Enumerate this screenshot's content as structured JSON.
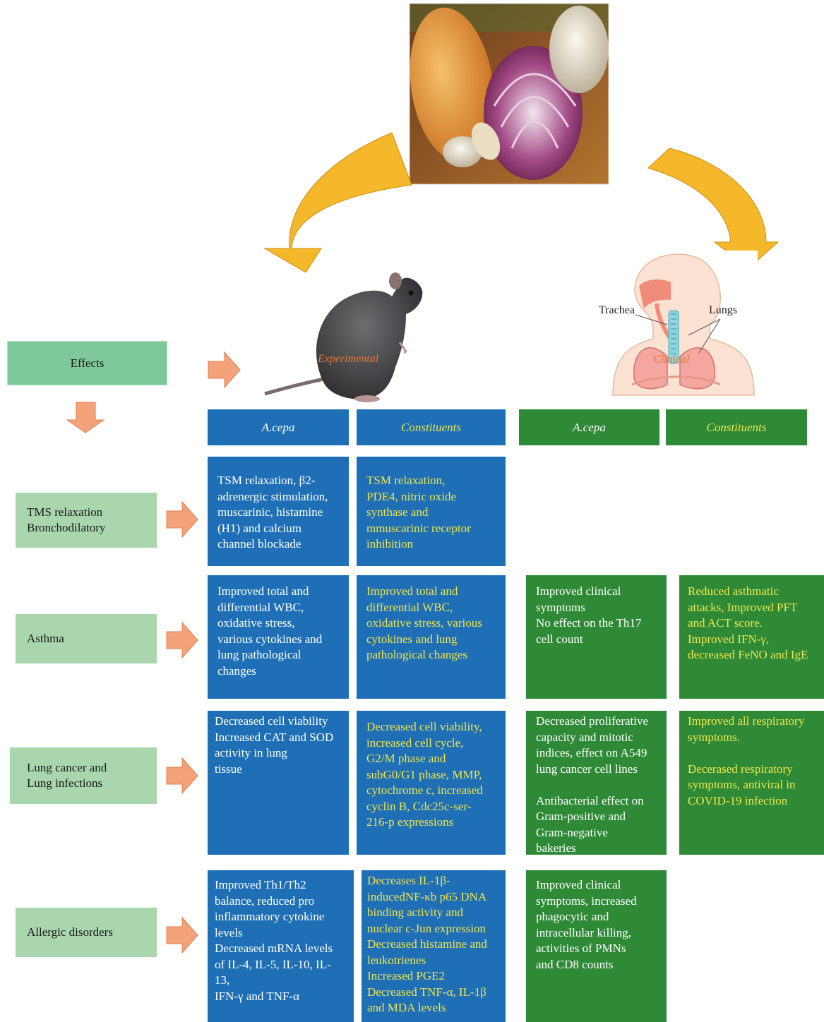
{
  "effects_label": "Effects",
  "experimental_caption": "Experimental",
  "clinical_caption": "Clinical",
  "trachea_label": "Trachea",
  "lungs_label": "Lungs",
  "headers": [
    "A.cepa",
    "Constituents",
    "A.cepa",
    "Constituents"
  ],
  "rows": [
    {
      "label": "TMS relaxation\nBronchodilatory",
      "exp_acepa": "TSM relaxation, β2-\nadrenergic stimulation,\nmuscarinic, histamine\n(H1) and calcium\nchannel blockade",
      "exp_constituents": "TSM relaxation,\nPDE4, nitric oxide\nsynthase and\nmmuscarinic receptor\ninhibition",
      "clin_acepa": "",
      "clin_constituents": ""
    },
    {
      "label": "Asthma",
      "exp_acepa": "Improved total and\ndifferential WBC,\noxidative stress,\nvarious cytokines and\nlung pathological\nchanges",
      "exp_constituents": "Improved total and\ndifferential WBC,\noxidative stress, various\ncytokines and lung\npathological changes",
      "clin_acepa": "Improved clinical\nsymptoms\nNo effect on the Th17\ncell count",
      "clin_constituents": "Reduced asthmatic\nattacks, Improved PFT\nand ACT score.\nImproved IFN-γ,\ndecreased FeNO and IgE"
    },
    {
      "label": "Lung cancer and\nLung infections",
      "exp_acepa": "Decreased cell viability\nIncreased CAT and SOD\nactivity in lung\ntissue",
      "exp_constituents": "Decreased cell viability,\nincreased cell cycle,\nG2/M phase and\nsubG0/G1 phase, MMP,\ncytochrome c, increased\ncyclin B, Cdc25c-ser-\n216-p expressions",
      "clin_acepa": "Decreased proliferative\ncapacity and mitotic\nindices, effect on A549\nlung cancer cell lines\n\nAntibacterial effect on\nGram-positive and\nGram-negative\nbakeries",
      "clin_constituents": "Improved all respiratory\nsymptoms.\n\nDecerased respiratory\nsymptoms, antiviral in\nCOVID-19 infection"
    },
    {
      "label": "Allergic disorders",
      "exp_acepa": "Improved Th1/Th2\nbalance, reduced pro\ninflammatory cytokine\nlevels\nDecreased mRNA levels\nof IL-4, IL-5, IL-10, IL-13,\nIFN-γ and TNF-α",
      "exp_constituents": "Decreases IL-1β-\ninducedNF-κb p65 DNA\nbinding activity and\nnuclear c-Jun expression\nDecreased histamine and\nleukotrienes\nIncreased PGE2\nDecreased TNF-α, IL-1β\nand MDA levels",
      "clin_acepa": "Improved clinical\nsymptoms, increased\nphagocytic and\nintracellular killing,\nactivities of PMNs\nand CD8 counts",
      "clin_constituents": ""
    }
  ],
  "colors": {
    "blue_cell": "#1f6fb7",
    "green_cell": "#2f8a37",
    "label_green": "#a9d6ac",
    "effects_green": "#7ec89a",
    "orange_arrow": "#f4a27b",
    "gold_arrow": "#f5b82a",
    "constituent_text": "#f0e54a",
    "caption_orange": "#e27831"
  },
  "icons": [
    "onion-garlic-photo",
    "rat-illustration",
    "respiratory-system-illustration"
  ]
}
